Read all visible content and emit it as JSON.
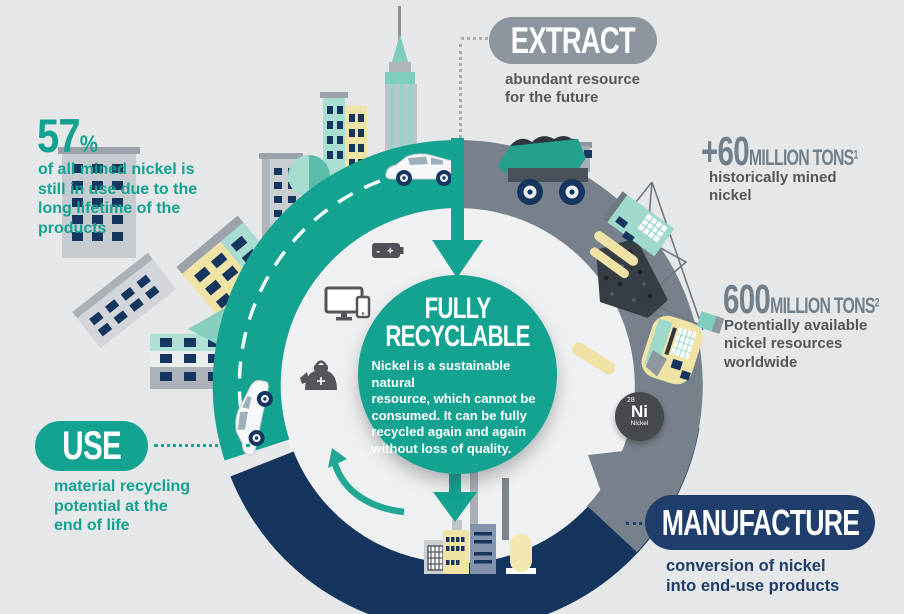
{
  "center": {
    "title": "FULLY\nRECYCLABLE",
    "body": "Nickel is a sustainable natural\nresource, which cannot be\nconsumed. It can be fully\nrecycled again and again\nwithout loss of quality."
  },
  "stages": {
    "extract": {
      "label": "EXTRACT",
      "description": "abundant resource\nfor the future"
    },
    "use": {
      "label": "USE",
      "description": "material recycling\npotential at the\nend of life"
    },
    "manufacture": {
      "label": "MANUFACTURE",
      "description": "conversion of nickel\ninto end-use products"
    }
  },
  "stats": {
    "historic": {
      "value": "+60",
      "unit": "MILLION TONS",
      "footnote": "1",
      "description": "historically mined\nnickel"
    },
    "available": {
      "value": "600",
      "unit": "MILLION TONS",
      "footnote": "2",
      "description": "Potentially available\nnickel resources\nworldwide"
    },
    "in_use": {
      "value": "57",
      "unit": "%",
      "description": "of all mined nickel is\nstill in use due to the\nlong lifetime of the\nproducts"
    }
  },
  "element": {
    "atomic_number": "28",
    "symbol": "Ni",
    "name": "Nickel"
  },
  "battery_label": "- +",
  "icons": [
    "battery-icon",
    "computer-monitor-icon",
    "smartphone-icon",
    "kettle-icon",
    "recycle-arrow-icon",
    "nickel-element-badge"
  ],
  "colors": {
    "teal": "#14A391",
    "navy": "#15355F",
    "ring_gray": "#76818B",
    "label_gray": "#8D969E",
    "dark_text": "#57585C",
    "stat_gray": "#72808C",
    "yellow": "#F0E3A6",
    "background": "#E6E7E8"
  }
}
